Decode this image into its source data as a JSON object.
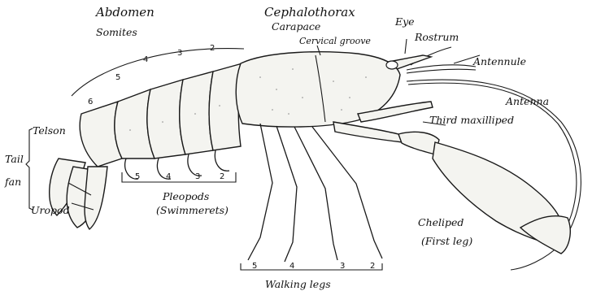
{
  "labels": {
    "abdomen": "Abdomen",
    "somites": "Somites",
    "cephalothorax": "Cephalothorax",
    "carapace": "Carapace",
    "cervical_groove": "Cervical groove",
    "eye": "Eye",
    "rostrum": "Rostrum",
    "antennule": "Antennule",
    "antenna": "Antenna",
    "third_maxilliped": "Third maxilliped",
    "telson": "Telson",
    "tail": "Tail",
    "fan": "fan",
    "uropod": "Uropod",
    "pleopods": "Pleopods",
    "swimmerets": "(Swimmerets)",
    "cheliped": "Cheliped",
    "first_leg": "(First leg)",
    "walking_legs": "Walking legs"
  },
  "somite_numbers": [
    "2",
    "3",
    "4",
    "5",
    "6"
  ],
  "pleopod_numbers": [
    "2",
    "3",
    "4",
    "5"
  ],
  "walking_leg_numbers": [
    "2",
    "3",
    "4",
    "5"
  ]
}
